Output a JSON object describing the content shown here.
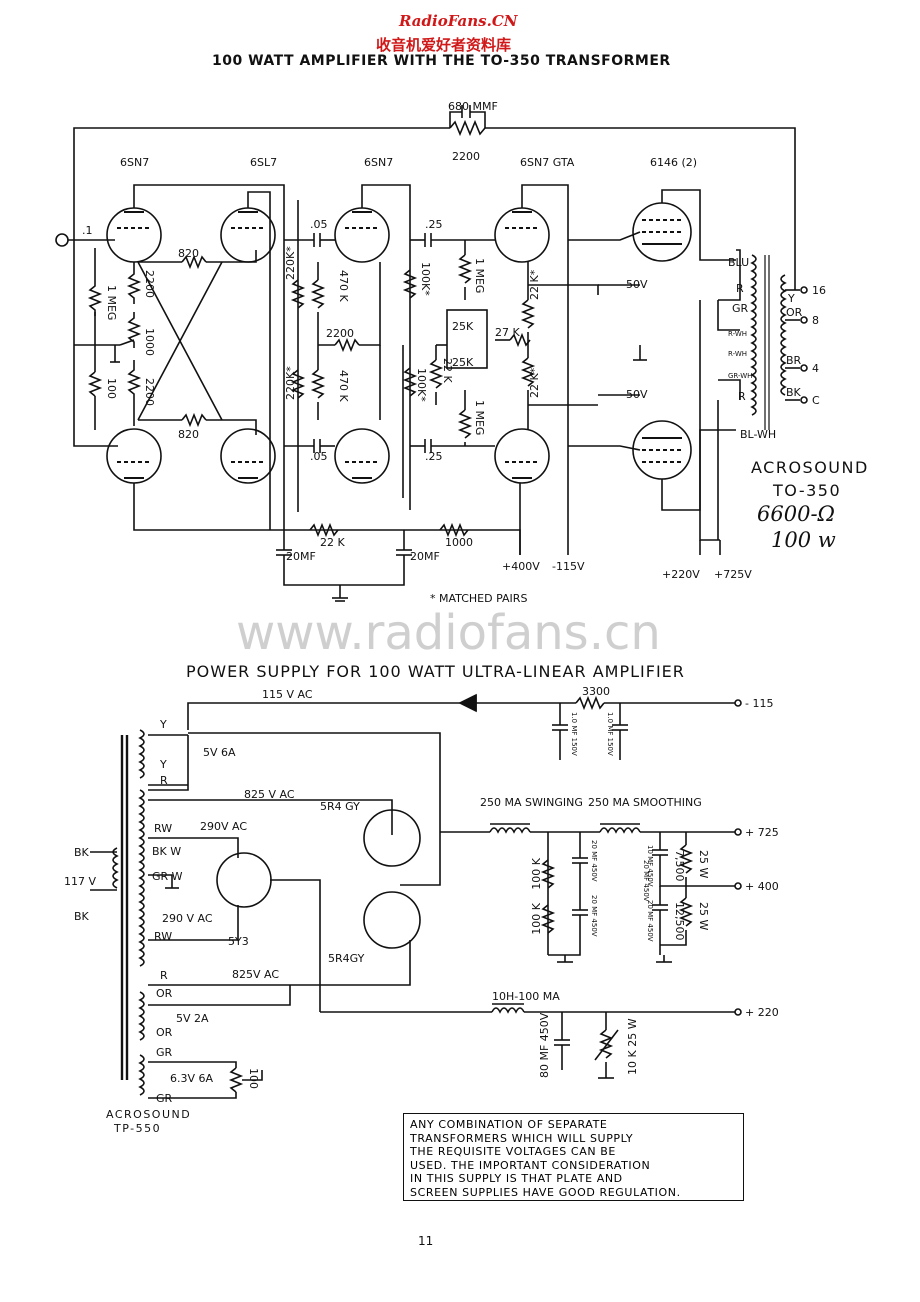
{
  "header": {
    "brand": "RadioFans.CN",
    "brand_cn": "收音机爱好者资料库",
    "amp_title": "100 WATT AMPLIFIER WITH THE TO-350 TRANSFORMER"
  },
  "amplifier": {
    "tubes": [
      "6SN7",
      "6SL7",
      "6SN7",
      "6SN7 GTA",
      "6146 (2)"
    ],
    "feedback": [
      "680 MMF",
      "2200"
    ],
    "caps": [
      ".1",
      ".05",
      ".05",
      ".25",
      ".25",
      "20MF",
      "20MF"
    ],
    "resistors": [
      "820",
      "820",
      "1 MEG",
      "100",
      "2200",
      "1000",
      "2200",
      "220K*",
      "220K*",
      "470 K",
      "470 K",
      "2200",
      "100K*",
      "100K*",
      "22 K",
      "1000",
      "1 MEG",
      "25K",
      "25K",
      "22 K",
      "1 MEG",
      "27 K",
      "22 K*",
      "22 K*"
    ],
    "bias": [
      "-50V",
      "-50V"
    ],
    "supplies": [
      "+400V",
      "-115V",
      "+220V",
      "+725V"
    ],
    "transformer_leads": [
      "BLU",
      "R",
      "GR",
      "R-WH",
      "R-WH",
      "GR-WH",
      "R",
      "BL-WH"
    ],
    "outputs": [
      "16",
      "8",
      "4",
      "C"
    ],
    "output_colors": [
      "Y",
      "OR",
      "BR",
      "BK"
    ],
    "transformer_label": [
      "ACROSOUND",
      "TO-350"
    ],
    "handwritten": [
      "6600-Ω",
      "100 w"
    ],
    "matched_note": "* MATCHED PAIRS"
  },
  "watermark": "www.radiofans.cn",
  "psu": {
    "title": "POWER SUPPLY FOR 100 WATT ULTRA-LINEAR AMPLIFIER",
    "ac_in": "115 V AC",
    "primary": [
      "BK",
      "117 V",
      "BK"
    ],
    "windings": [
      "Y",
      "5V 6A",
      "Y",
      "R",
      "825 V AC",
      "RW",
      "290V AC",
      "BK W",
      "GR W",
      "290 V AC",
      "RW",
      "5Y3",
      "R",
      "825V AC",
      "OR",
      "5V 2A",
      "OR",
      "GR",
      "6.3V 6A",
      "GR"
    ],
    "rectifiers": [
      "5R4 GY",
      "5R4GY"
    ],
    "chokes": [
      "250 MA SWINGING",
      "250 MA SMOOTHING",
      "10H-100 MA"
    ],
    "neg_chain": [
      "3300",
      "1.0 MF 150V",
      "1.0 MF 150V"
    ],
    "filter": [
      "100 K",
      "100 K",
      "20 MF 450V",
      "20 MF 450V",
      "10 MF 450V",
      "7,500",
      "25 W",
      "12,500",
      "25 W",
      "20 MF 450V",
      "20 MF 450V",
      "80 MF 450V",
      "10 K 25 W",
      "100"
    ],
    "outputs": [
      "- 115",
      "+ 725",
      "+ 400",
      "+ 220"
    ],
    "transformer_label": [
      "ACROSOUND",
      "TP-550"
    ]
  },
  "note": [
    "ANY COMBINATION OF SEPARATE",
    "TRANSFORMERS WHICH WILL SUPPLY",
    "THE REQUISITE VOLTAGES CAN BE",
    "USED. THE IMPORTANT CONSIDERATION",
    "IN THIS SUPPLY IS THAT PLATE AND",
    "SCREEN SUPPLIES HAVE GOOD REGULATION."
  ],
  "page_number": "11"
}
